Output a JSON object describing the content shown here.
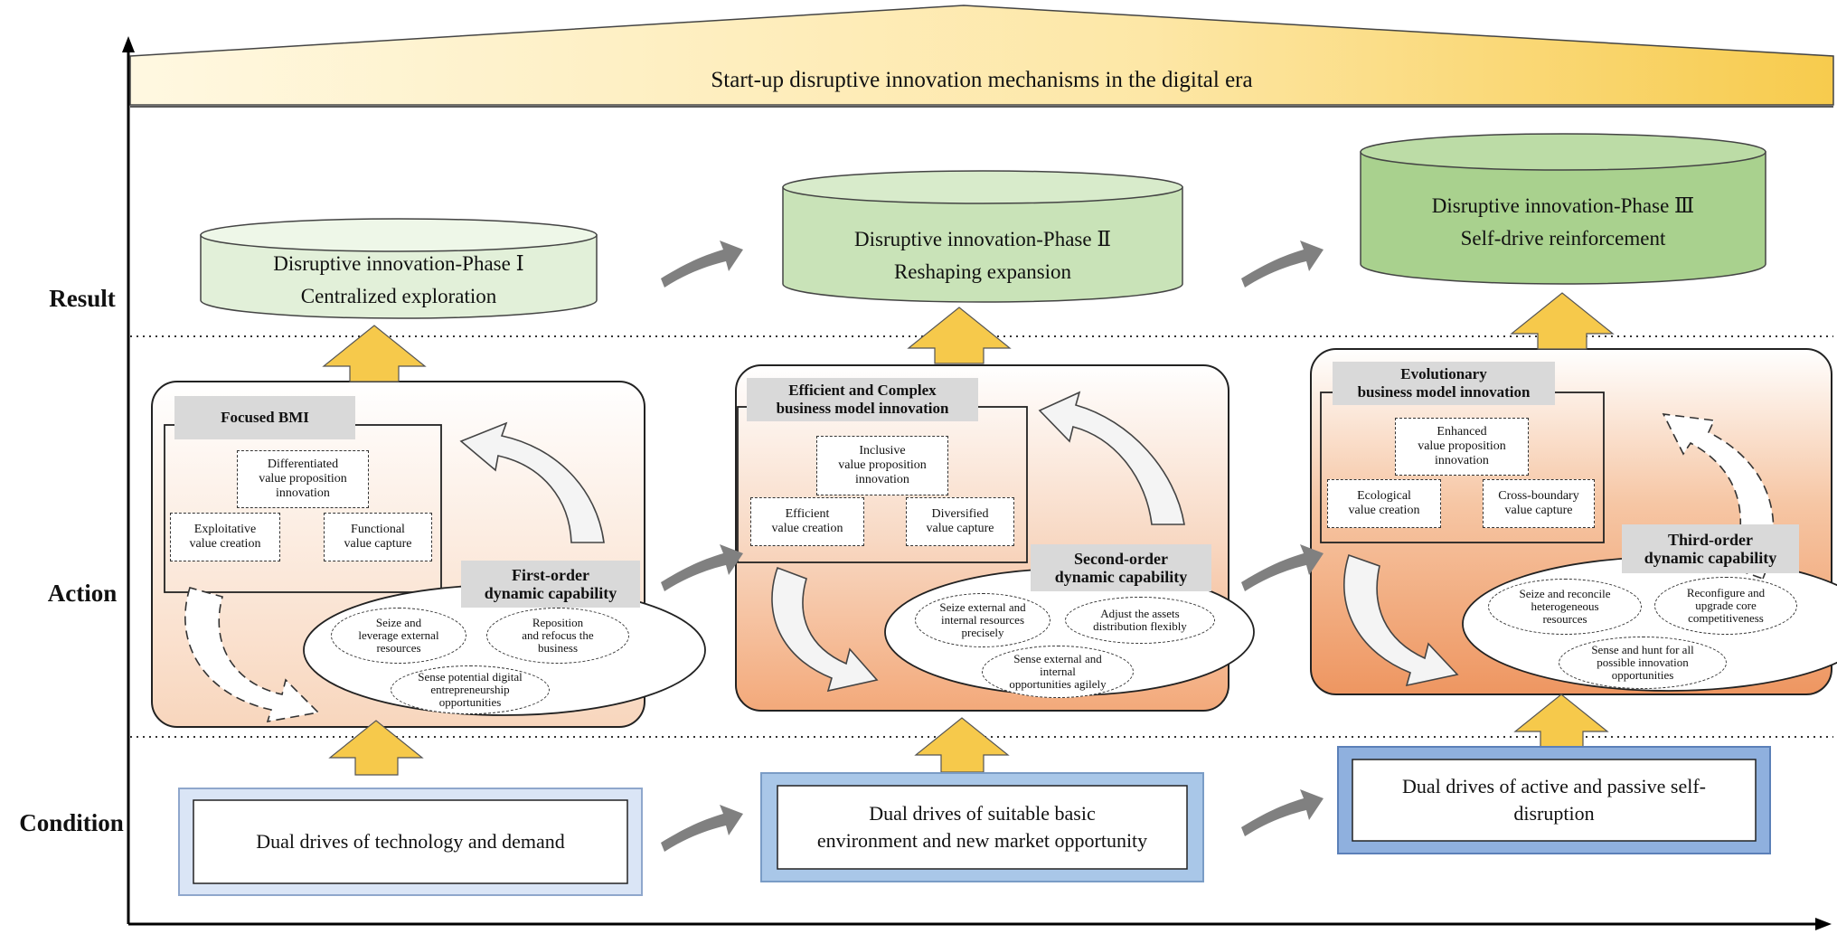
{
  "title": "Start-up disruptive innovation mechanisms in the digital era",
  "row_labels": {
    "result": "Result",
    "action": "Action",
    "condition": "Condition"
  },
  "phases": [
    {
      "result": [
        "Disruptive innovation-Phase Ⅰ",
        "Centralized exploration"
      ],
      "bmi_title": "Focused BMI",
      "value_proposition": [
        "Differentiated",
        "value proposition",
        "innovation"
      ],
      "value_creation": [
        "Exploitative",
        "value creation"
      ],
      "value_capture": [
        "Functional",
        "value capture"
      ],
      "capability": [
        "First-order",
        "dynamic capability"
      ],
      "ellipse_a": [
        "Seize and",
        "leverage external",
        "resources"
      ],
      "ellipse_b": [
        "Reposition",
        "and refocus the",
        "business"
      ],
      "ellipse_c": [
        "Sense potential digital",
        "entrepreneurship",
        "opportunities"
      ],
      "condition": [
        "Dual drives of technology and demand"
      ]
    },
    {
      "result": [
        "Disruptive innovation-Phase Ⅱ",
        "Reshaping expansion"
      ],
      "bmi_title": [
        "Efficient and Complex",
        "business model innovation"
      ],
      "value_proposition": [
        "Inclusive",
        "value proposition",
        "innovation"
      ],
      "value_creation": [
        "Efficient",
        "value creation"
      ],
      "value_capture": [
        "Diversified",
        "value capture"
      ],
      "capability": [
        "Second-order",
        "dynamic capability"
      ],
      "ellipse_a": [
        "Seize external and",
        "internal resources",
        "precisely"
      ],
      "ellipse_b": [
        "Adjust the assets",
        "distribution flexibly"
      ],
      "ellipse_c": [
        "Sense external and",
        "internal",
        "opportunities agilely"
      ],
      "condition": [
        "Dual drives of suitable basic",
        "environment and new market opportunity"
      ]
    },
    {
      "result": [
        "Disruptive innovation-Phase Ⅲ",
        "Self-drive reinforcement"
      ],
      "bmi_title": [
        "Evolutionary",
        "business model innovation"
      ],
      "value_proposition": [
        "Enhanced",
        "value proposition",
        "innovation"
      ],
      "value_creation": [
        "Ecological",
        "value creation"
      ],
      "value_capture": [
        "Cross-boundary",
        "value capture"
      ],
      "capability": [
        "Third-order",
        "dynamic capability"
      ],
      "ellipse_a": [
        "Seize and reconcile",
        "heterogeneous",
        "resources"
      ],
      "ellipse_b": [
        "Reconfigure and",
        "upgrade core",
        "competitiveness"
      ],
      "ellipse_c": [
        "Sense and hunt for all",
        "possible innovation",
        "opportunities"
      ],
      "condition": [
        "Dual drives of active and passive self-",
        "disruption"
      ]
    }
  ],
  "colors": {
    "banner_light": "#fff8e1",
    "banner_dark": "#f7cb4d",
    "up_arrow": "#f6c94b",
    "gray_arrow": "#808080",
    "cyl_phase1": "#e2f0d9",
    "cyl_phase2": "#c5e0b4",
    "cyl_phase3": "#a9d18e",
    "cond_border_1": "#c9daf8",
    "cond_border_2": "#9dc3e6",
    "cond_border_3": "#8faadc"
  }
}
